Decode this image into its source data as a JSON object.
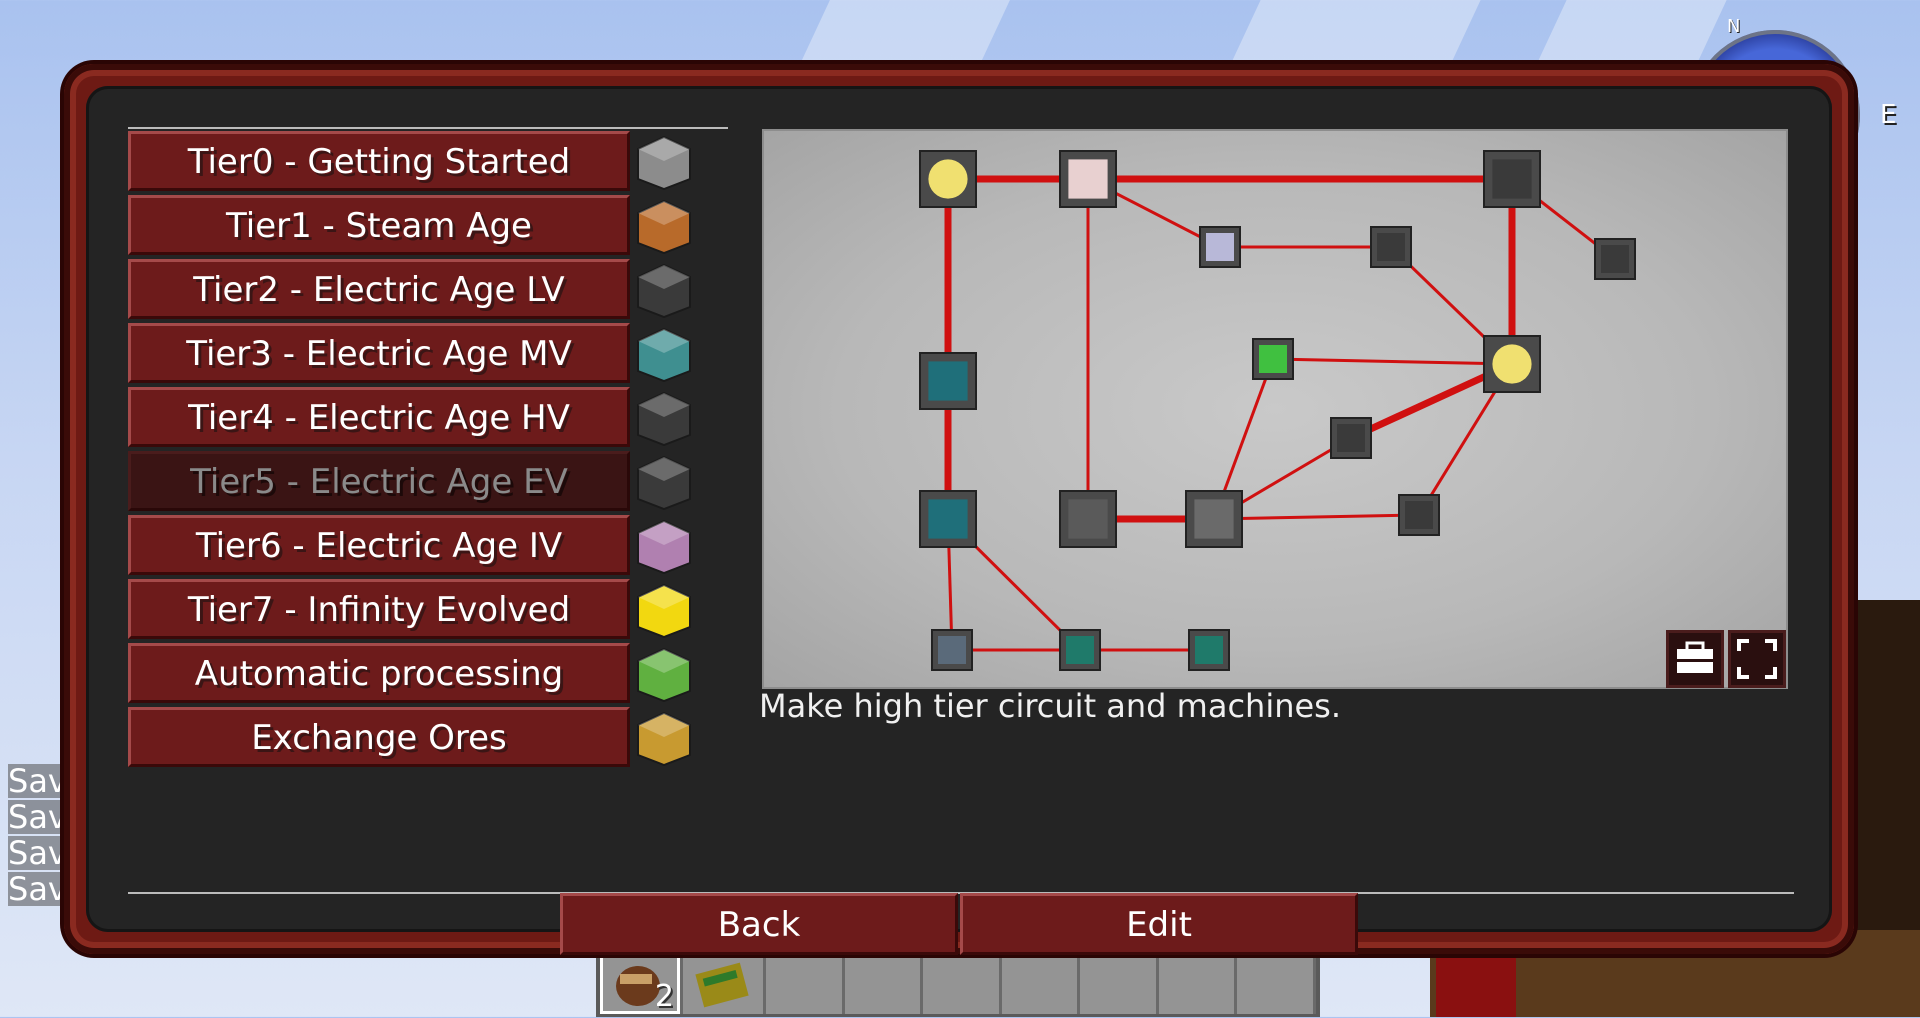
{
  "compass": {
    "north": "N",
    "east": "E"
  },
  "chat": {
    "lines": [
      "Sav",
      "Sav",
      "Sav",
      "Sav"
    ]
  },
  "quest_lines": [
    {
      "label": "Tier0 - Getting Started",
      "icon": "stone-block-icon",
      "enabled": true
    },
    {
      "label": "Tier1 - Steam Age",
      "icon": "steam-machine-icon",
      "enabled": true
    },
    {
      "label": "Tier2 - Electric Age LV",
      "icon": "lv-hull-icon",
      "enabled": true
    },
    {
      "label": "Tier3 - Electric Age MV",
      "icon": "mv-hull-icon",
      "enabled": true
    },
    {
      "label": "Tier4 - Electric Age HV",
      "icon": "hv-hull-icon",
      "enabled": true
    },
    {
      "label": "Tier5 - Electric Age EV",
      "icon": "ev-hull-icon",
      "enabled": false
    },
    {
      "label": "Tier6 - Electric Age IV",
      "icon": "iv-hull-icon",
      "enabled": true
    },
    {
      "label": "Tier7 - Infinity Evolved",
      "icon": "infinity-gear-icon",
      "enabled": true
    },
    {
      "label": "Automatic processing",
      "icon": "pipe-icon",
      "enabled": true
    },
    {
      "label": "Exchange Ores",
      "icon": "tripod-icon",
      "enabled": true
    }
  ],
  "quest_map": {
    "description": "Make high tier circuit and machines.",
    "colors": {
      "line": "#d01010",
      "node_bg": "#4a4a4a"
    },
    "nodes": [
      {
        "id": "n1",
        "icon": "clock-icon"
      },
      {
        "id": "n2",
        "icon": "pink-block-icon"
      },
      {
        "id": "n3",
        "icon": "machine-hull-icon"
      },
      {
        "id": "n4",
        "icon": "ingot-icon"
      },
      {
        "id": "n5",
        "icon": "machine-hull-icon"
      },
      {
        "id": "n6",
        "icon": "machine-hull-icon"
      },
      {
        "id": "n7",
        "icon": "circuit-board-icon"
      },
      {
        "id": "n8",
        "icon": "emerald-block-icon"
      },
      {
        "id": "n9",
        "icon": "clock-icon"
      },
      {
        "id": "n10",
        "icon": "machine-hull-icon"
      },
      {
        "id": "n11",
        "icon": "circuit-board-icon"
      },
      {
        "id": "n12",
        "icon": "plate-icon"
      },
      {
        "id": "n13",
        "icon": "battery-icon"
      },
      {
        "id": "n14",
        "icon": "machine-hull-icon"
      },
      {
        "id": "n15",
        "icon": "wafer-icon"
      },
      {
        "id": "n16",
        "icon": "circuit-icon"
      },
      {
        "id": "n17",
        "icon": "circuit-icon"
      }
    ],
    "edges": [
      [
        "n1",
        "n2"
      ],
      [
        "n2",
        "n3"
      ],
      [
        "n1",
        "n7"
      ],
      [
        "n7",
        "n11"
      ],
      [
        "n2",
        "n12"
      ],
      [
        "n2",
        "n4"
      ],
      [
        "n4",
        "n5"
      ],
      [
        "n5",
        "n9"
      ],
      [
        "n3",
        "n9"
      ],
      [
        "n3",
        "n6"
      ],
      [
        "n8",
        "n9"
      ],
      [
        "n9",
        "n10"
      ],
      [
        "n9",
        "n14"
      ],
      [
        "n10",
        "n13"
      ],
      [
        "n8",
        "n13"
      ],
      [
        "n12",
        "n13"
      ],
      [
        "n13",
        "n14"
      ],
      [
        "n11",
        "n15"
      ],
      [
        "n11",
        "n16"
      ],
      [
        "n15",
        "n16"
      ],
      [
        "n16",
        "n17"
      ]
    ]
  },
  "map_controls": {
    "toolbox": "toolbox-icon",
    "fullscreen": "fullscreen-icon"
  },
  "actions": {
    "back": "Back",
    "edit": "Edit"
  },
  "hotbar": {
    "count": "2"
  }
}
